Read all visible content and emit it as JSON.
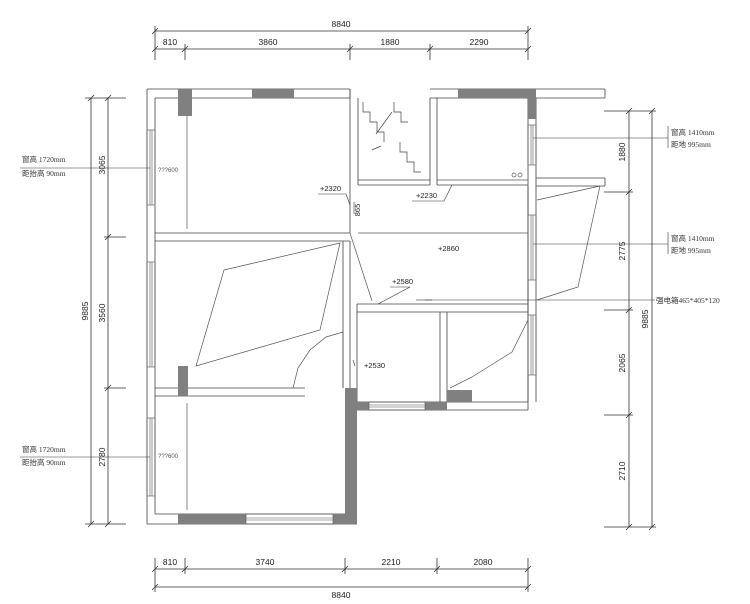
{
  "dims": {
    "top_total": "8840",
    "top_segments": [
      "810",
      "3860",
      "1880",
      "2290"
    ],
    "bottom_total": "8840",
    "bottom_segments": [
      "810",
      "3740",
      "2210",
      "2080"
    ],
    "left_total": "9885",
    "left_segments": [
      "3065",
      "3560",
      "2780"
    ],
    "right_total": "9885",
    "right_segments": [
      "1880",
      "2775",
      "2065",
      "2710"
    ]
  },
  "window_notes": {
    "left_upper": [
      "窗高 1720mm",
      "距抬高 90mm"
    ],
    "left_lower": [
      "窗高 1720mm",
      "距抬高 90mm"
    ],
    "right_upper": [
      "窗高 1410mm",
      "距地 995mm"
    ],
    "right_middle": [
      "窗高 1410mm",
      "距地 995mm"
    ]
  },
  "electric_box": "强电箱465*405*120",
  "levels": [
    "+2320",
    "+2230",
    "865",
    "+2860",
    "+2580",
    "+2530"
  ],
  "room_labels": [
    "???600",
    "???600"
  ]
}
